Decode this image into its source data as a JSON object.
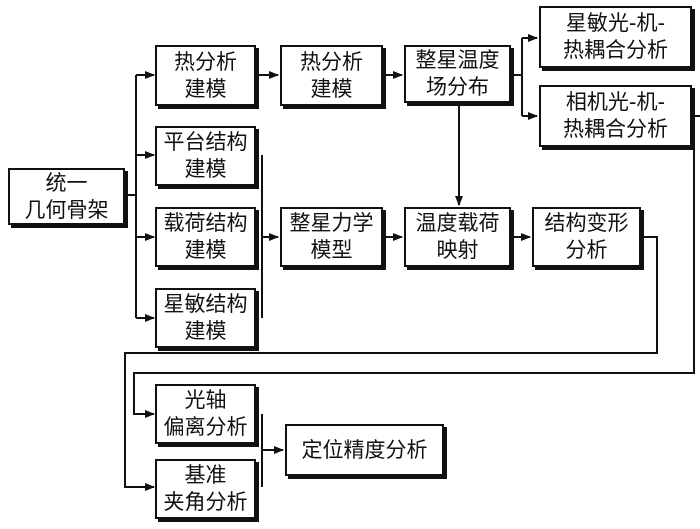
{
  "nodes": {
    "unified_geometry": "统一\n几何骨架",
    "thermal_model_1": "热分析\n建模",
    "thermal_model_2": "热分析\n建模",
    "temperature_field": "整星温度\n场分布",
    "star_sensor_coupling": "星敏光-机-\n热耦合分析",
    "camera_coupling": "相机光-机-\n热耦合分析",
    "platform_model": "平台结构\n建模",
    "payload_model": "载荷结构\n建模",
    "star_sensor_model": "星敏结构\n建模",
    "mechanics_model": "整星力学\n模型",
    "temperature_load_mapping": "温度载荷\n映射",
    "structural_deformation": "结构变形\n分析",
    "optical_axis_offset": "光轴\n偏离分析",
    "reference_angle": "基准\n夹角分析",
    "positioning_accuracy": "定位精度分析"
  }
}
